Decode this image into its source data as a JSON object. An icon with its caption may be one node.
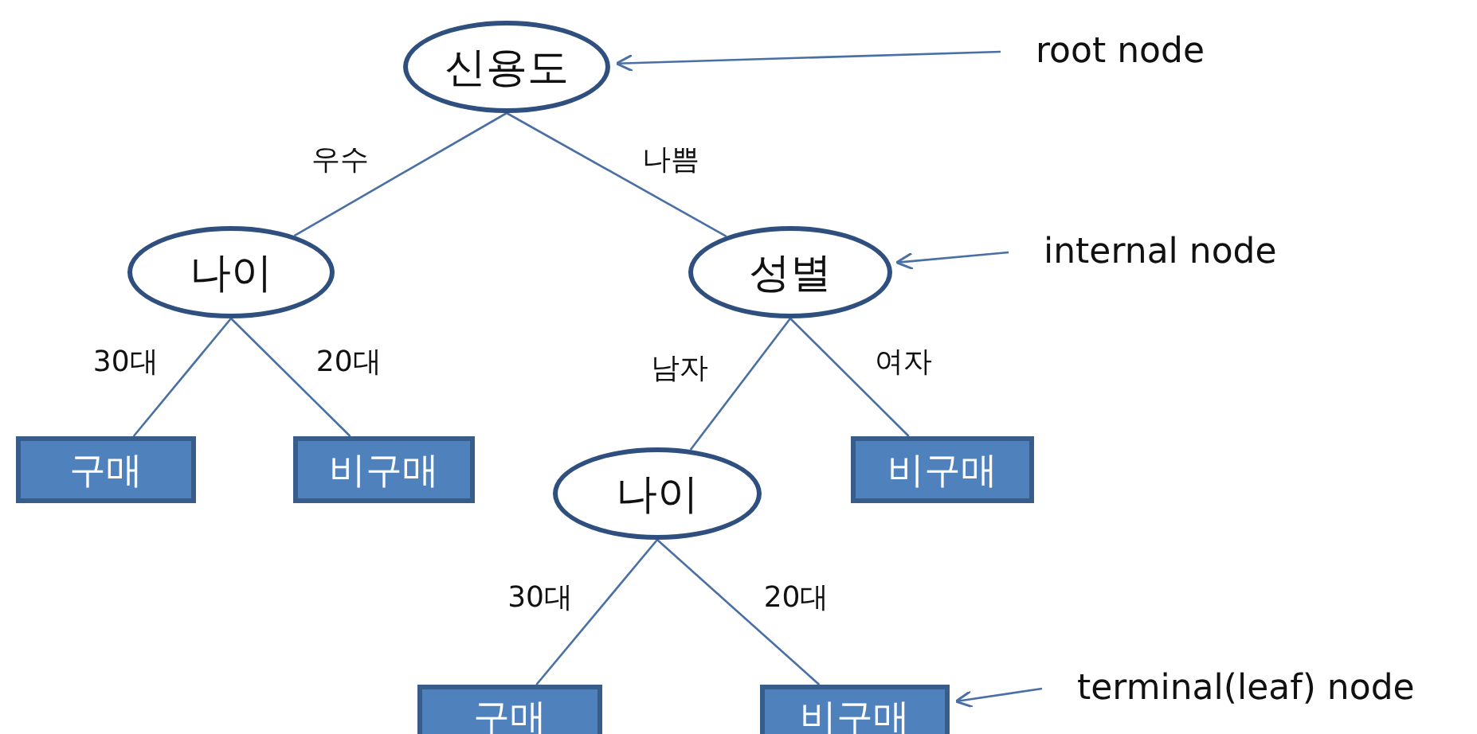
{
  "diagram": {
    "nodes": [
      {
        "text": [
          "신용도"
        ]
      },
      {
        "text": [
          "나이"
        ]
      },
      {
        "text": [
          "성별"
        ]
      },
      {
        "text": [
          "구매"
        ]
      },
      {
        "text": [
          "비구매"
        ]
      },
      {
        "text": [
          "나이"
        ]
      },
      {
        "text": [
          "비구매"
        ]
      },
      {
        "text": [
          "구매"
        ]
      },
      {
        "text": [
          "비구매"
        ]
      },
      {
        "text": [
          "root node"
        ]
      },
      {
        "text": [
          "internal node"
        ]
      },
      {
        "text": [
          "terminal(leaf) node"
        ]
      }
    ],
    "edges": [
      {
        "from": 0,
        "to": 1,
        "arrow": "none",
        "label": "우수"
      },
      {
        "from": 0,
        "to": 2,
        "arrow": "none",
        "label": "나쁨"
      },
      {
        "from": 1,
        "to": 3,
        "arrow": "none",
        "label": "30대"
      },
      {
        "from": 1,
        "to": 4,
        "arrow": "none",
        "label": "20대"
      },
      {
        "from": 2,
        "to": 5,
        "arrow": "none",
        "label": "남자"
      },
      {
        "from": 2,
        "to": 6,
        "arrow": "none",
        "label": "여자"
      },
      {
        "from": 5,
        "to": 7,
        "arrow": "none",
        "label": "30대"
      },
      {
        "from": 5,
        "to": 8,
        "arrow": "none",
        "label": "20대"
      },
      {
        "from": 9,
        "to": 0,
        "arrow": "to"
      },
      {
        "from": 10,
        "to": 2,
        "arrow": "to"
      },
      {
        "from": 11,
        "to": 8,
        "arrow": "to"
      }
    ]
  }
}
